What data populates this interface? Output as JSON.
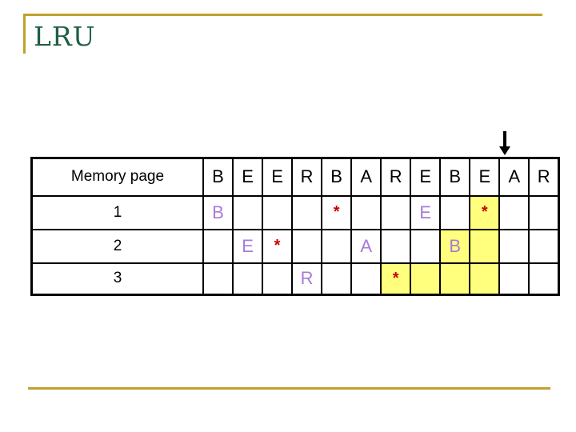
{
  "slide": {
    "title": "LRU",
    "colors": {
      "title_green": "#1F5E42",
      "accent_gold": "#C2A12E",
      "letter_purple": "#A97AD9",
      "hit_red": "#CC0000",
      "highlight_yellow": "#FFFF7D",
      "border_black": "#000000"
    }
  },
  "table": {
    "header": {
      "label": "Memory page",
      "refs": [
        "B",
        "E",
        "E",
        "R",
        "B",
        "A",
        "R",
        "E",
        "B",
        "E",
        "A",
        "R"
      ]
    },
    "rows": [
      {
        "label": "1",
        "cells": [
          {
            "text": "B",
            "type": "letter"
          },
          {},
          {},
          {},
          {
            "text": "*",
            "type": "star"
          },
          {},
          {},
          {
            "text": "E",
            "type": "letter"
          },
          {},
          {
            "text": "*",
            "type": "star",
            "highlight": true
          },
          {},
          {}
        ]
      },
      {
        "label": "2",
        "cells": [
          {},
          {
            "text": "E",
            "type": "letter"
          },
          {
            "text": "*",
            "type": "star"
          },
          {},
          {},
          {
            "text": "A",
            "type": "letter"
          },
          {},
          {},
          {
            "text": "B",
            "type": "letter",
            "highlight": true
          },
          {
            "highlight": true
          },
          {},
          {}
        ]
      },
      {
        "label": "3",
        "cells": [
          {},
          {},
          {},
          {
            "text": "R",
            "type": "letter"
          },
          {},
          {},
          {
            "text": "*",
            "type": "star",
            "highlight": true
          },
          {
            "highlight": true
          },
          {
            "highlight": true
          },
          {
            "highlight": true
          },
          {},
          {}
        ]
      }
    ],
    "arrow_over_ref_index": 10
  }
}
